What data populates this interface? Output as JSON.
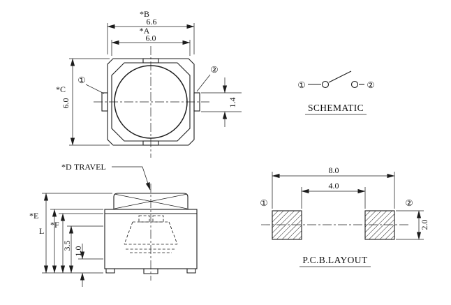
{
  "drawing": {
    "top_view": {
      "dim_b": {
        "label": "*B",
        "value": "6.6"
      },
      "dim_a": {
        "label": "*A",
        "value": "6.0"
      },
      "dim_c": {
        "label": "*C",
        "value": "6.0"
      },
      "dim_terminal": "1.4",
      "pin1": "①",
      "pin2": "②"
    },
    "schematic": {
      "title": "SCHEMATIC",
      "pin1": "①",
      "pin2": "②"
    },
    "side_view": {
      "travel_prefix": "*D",
      "travel_text": "TRAVEL",
      "dim_e": "*E",
      "dim_l": "L",
      "dim_f": "*F",
      "dim_3_5": "3.5",
      "dim_1_0": "1.0"
    },
    "pcb": {
      "title": "P.C.B.LAYOUT",
      "dim_span": "8.0",
      "dim_gap": "4.0",
      "dim_pad": "2.0",
      "pin1": "①",
      "pin2": "②"
    }
  }
}
